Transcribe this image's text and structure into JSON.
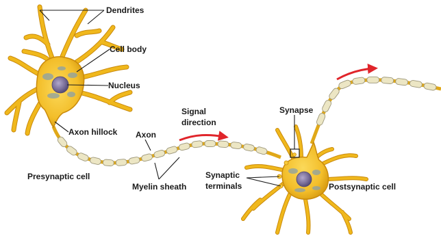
{
  "labels": {
    "dendrites": "Dendrites",
    "cell_body": "Cell body",
    "nucleus": "Nucleus",
    "axon_hillock": "Axon hillock",
    "axon": "Axon",
    "signal_direction_line1": "Signal",
    "signal_direction_line2": "direction",
    "presynaptic_cell": "Presynaptic cell",
    "myelin_sheath": "Myelin sheath",
    "synapse": "Synapse",
    "synaptic_terminals_line1": "Synaptic",
    "synaptic_terminals_line2": "terminals",
    "postsynaptic_cell": "Postsynaptic cell"
  },
  "colors": {
    "cell": "#f3be2a",
    "cell_edge": "#c98a0c",
    "nucleus": "#7a6f99",
    "organelle": "#8aa0a8",
    "myelin": "#ece6c4",
    "myelin_edge": "#9c9679",
    "arrow": "#e0252b",
    "text": "#1a1a1a"
  }
}
